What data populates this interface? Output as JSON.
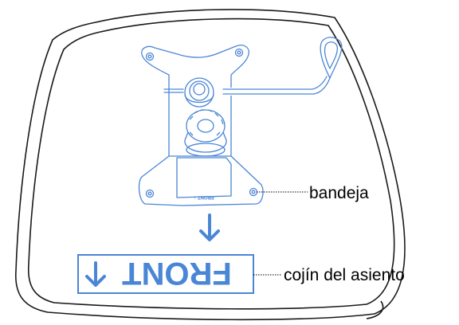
{
  "labels": {
    "tray": "bandeja",
    "seat_cushion": "cojín del asiento"
  },
  "markings": {
    "plate_front": "FRONT ↑",
    "cushion_front": "FRONT",
    "cushion_arrow": "↓"
  },
  "colors": {
    "outline": "#1a1a1a",
    "blueprint": "#4a86d6"
  }
}
